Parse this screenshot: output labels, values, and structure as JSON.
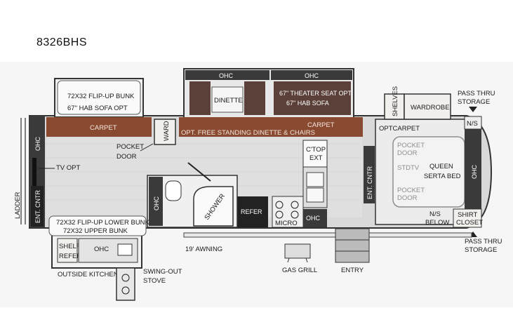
{
  "model": "8326BHS",
  "labels": {
    "ohc": "OHC",
    "flip_bunk_1": "72X32 FLIP-UP BUNK",
    "flip_bunk_2": "67\" HAB SOFA OPT",
    "dinette": "DINETTE",
    "theater_1": "67\" THEATER SEAT OPT",
    "theater_2": "67\" HAB SOFA",
    "carpet": "CARPET",
    "ward": "WARD",
    "free_standing": "OPT. FREE STANDING DINETTE & CHAIRS",
    "shelves": "SHELVES",
    "wardrobe": "WARDROBE",
    "pass_thru_1": "PASS THRU",
    "pass_thru_2": "STORAGE",
    "opt_carpet": "OPTCARPET",
    "ns": "N/S",
    "pocket": "POCKET",
    "door": "DOOR",
    "tv_opt": "TV OPT",
    "ent_cntr": "ENT. CNTR",
    "ctop_1": "C'TOP",
    "ctop_2": "EXT",
    "stdtv": "STDTV",
    "queen_1": "QUEEN",
    "queen_2": "SERTA BED",
    "shower": "SHOWER",
    "refer": "REFER",
    "micro": "MICRO",
    "ns_below_1": "N/S",
    "ns_below_2": "BELOW",
    "shirt_closet_1": "SHIRT",
    "shirt_closet_2": "CLOSET",
    "ladder": "LADDER",
    "lower_bunk": "72X32 FLIP-UP LOWER BUNK",
    "upper_bunk": "72X32 UPPER BUNK",
    "shelf": "SHELF",
    "awning": "19' AWNING",
    "gas_grill": "GAS GRILL",
    "entry": "ENTRY",
    "outside_kitchen": "OUTSIDE KITCHEN",
    "swing_1": "SWING-OUT",
    "swing_2": "STOVE"
  }
}
